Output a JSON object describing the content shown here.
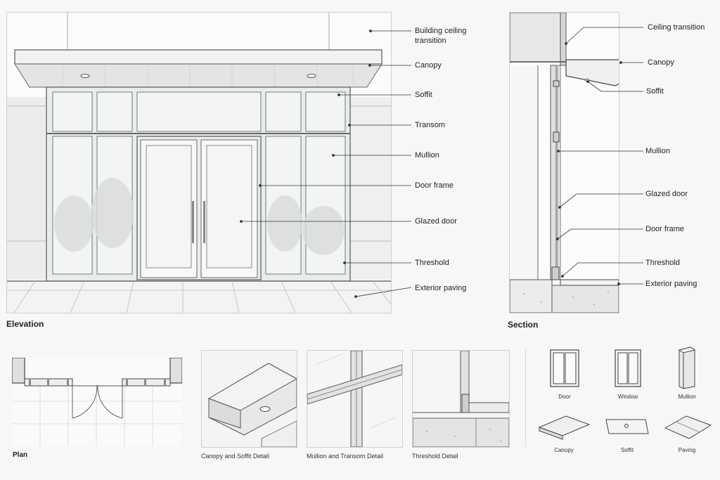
{
  "elevation": {
    "title": "Elevation",
    "labels": {
      "building_ceiling_transition": "Building ceiling\ntransition",
      "canopy": "Canopy",
      "soffit": "Soffit",
      "transom": "Transom",
      "mullion": "Mullion",
      "door_frame": "Door frame",
      "glazed_door": "Glazed door",
      "threshold": "Threshold",
      "exterior_paving": "Exterior paving"
    }
  },
  "section": {
    "title": "Section",
    "labels": {
      "ceiling_transition": "Ceiling transition",
      "canopy": "Canopy",
      "soffit": "Soffit",
      "mullion": "Mullion",
      "glazed_door": "Glazed door",
      "door_frame": "Door frame",
      "threshold": "Threshold",
      "exterior_paving": "Exterior paving"
    }
  },
  "plan": {
    "title": "Plan"
  },
  "details": {
    "canopy_soffit": "Canopy and Soffit Detail",
    "mullion_transom": "Mullion and Transom Detail",
    "threshold": "Threshold Detail"
  },
  "icons": {
    "door": "Door",
    "window": "Window",
    "mullion": "Mullion",
    "canopy": "Canopy",
    "soffit": "Soffit",
    "paving": "Paving"
  }
}
